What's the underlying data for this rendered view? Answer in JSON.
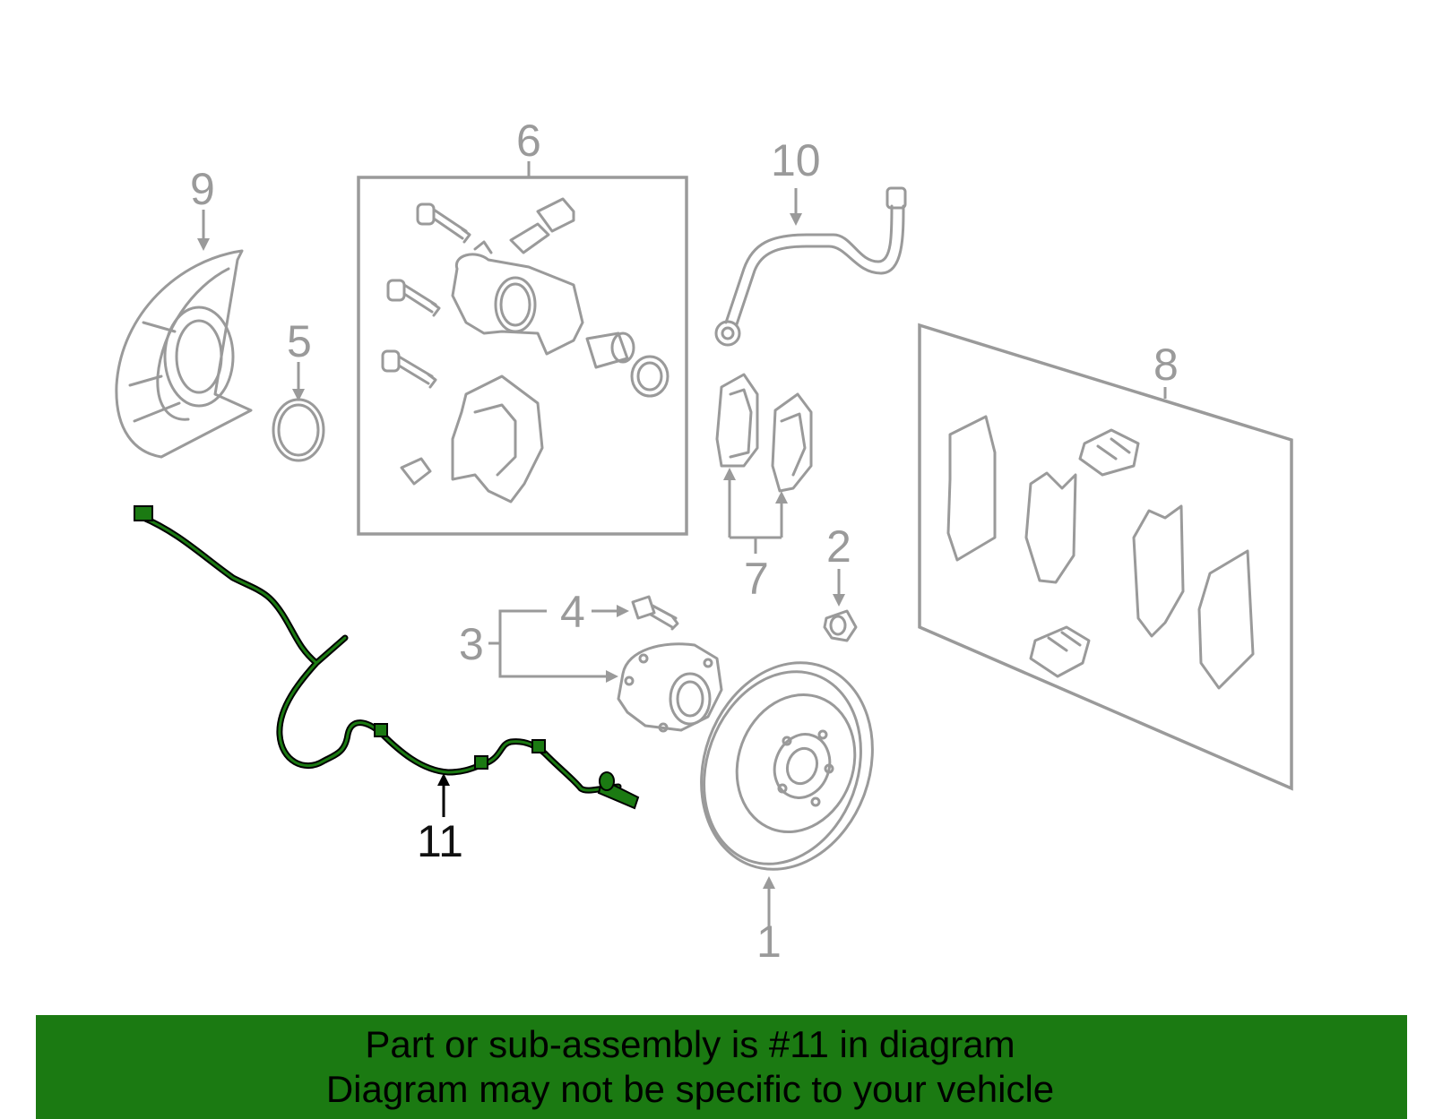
{
  "diagram": {
    "callouts": [
      {
        "id": "1",
        "label": "1"
      },
      {
        "id": "2",
        "label": "2"
      },
      {
        "id": "3",
        "label": "3"
      },
      {
        "id": "4",
        "label": "4"
      },
      {
        "id": "5",
        "label": "5"
      },
      {
        "id": "6",
        "label": "6"
      },
      {
        "id": "7",
        "label": "7"
      },
      {
        "id": "8",
        "label": "8"
      },
      {
        "id": "9",
        "label": "9"
      },
      {
        "id": "10",
        "label": "10"
      },
      {
        "id": "11",
        "label": "11"
      }
    ],
    "highlighted_part": "11",
    "colors": {
      "highlight_part": "#1b7a12",
      "line_art": "#9a9a9a",
      "banner": "#1b7a12"
    }
  },
  "banner": {
    "line1": "Part or sub-assembly is #11 in diagram",
    "line2": "Diagram may not be specific to your vehicle"
  }
}
